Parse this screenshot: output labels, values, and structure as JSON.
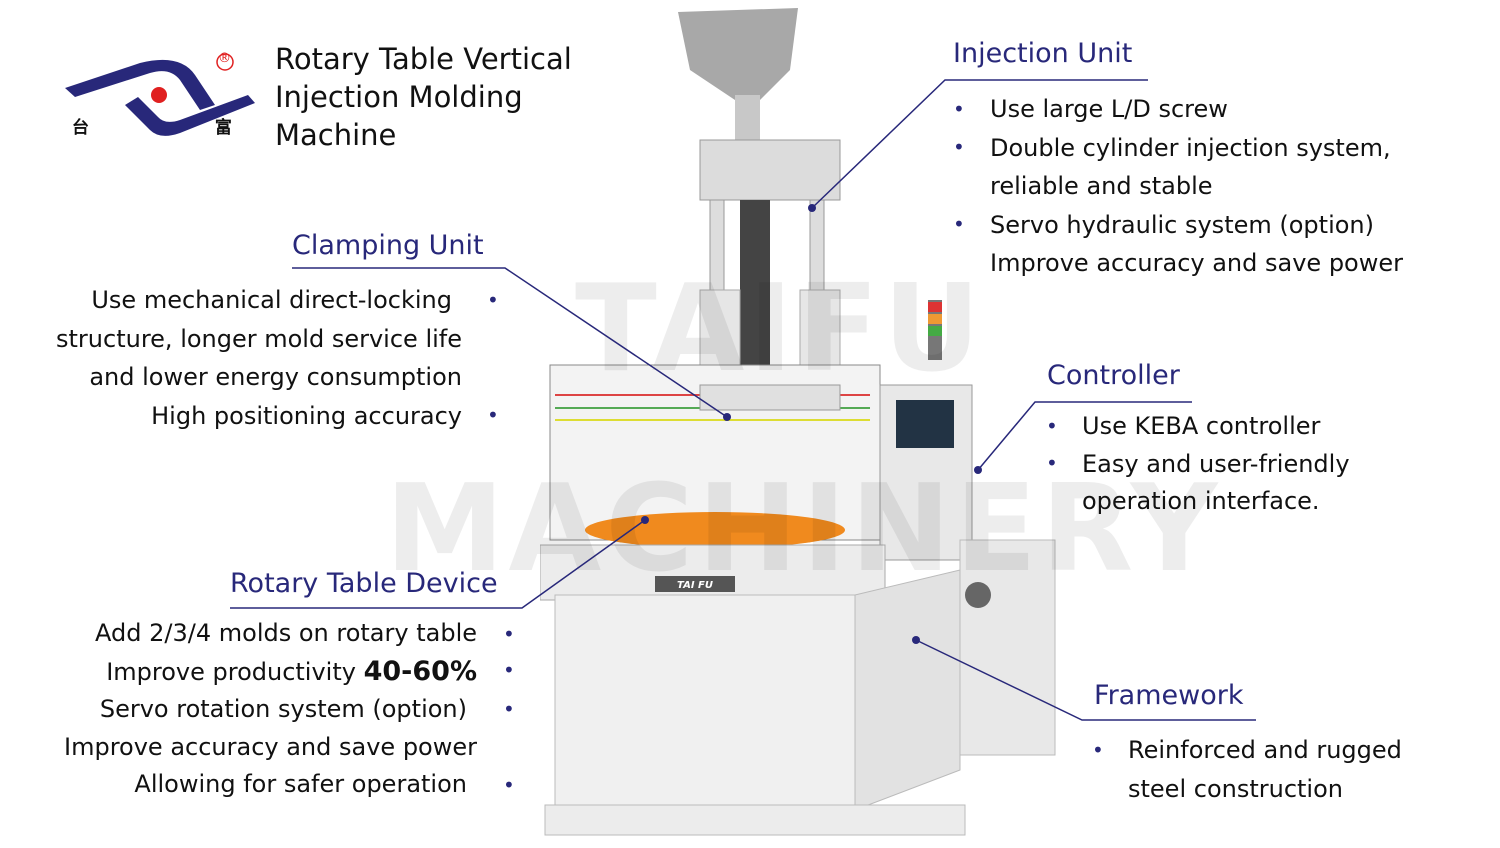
{
  "logo": {
    "brand_text": "台 富",
    "registered": "®"
  },
  "title": [
    "Rotary Table Vertical",
    "Injection Molding",
    "Machine"
  ],
  "watermark": [
    "TAIFU",
    "MACHINERY"
  ],
  "machine_label": "TAI FU",
  "sections": {
    "injection": {
      "heading": "Injection Unit",
      "lines": [
        "Use large L/D screw",
        "Double cylinder injection system,",
        "reliable and stable",
        "Servo hydraulic system (option)",
        "Improve accuracy and save power"
      ]
    },
    "clamping": {
      "heading": "Clamping Unit",
      "lines": [
        "Use mechanical direct-locking",
        "structure, longer mold service life",
        "and lower energy consumption",
        "High positioning accuracy"
      ]
    },
    "controller": {
      "heading": "Controller",
      "lines": [
        "Use KEBA controller",
        "Easy and user-friendly",
        "operation interface."
      ]
    },
    "rotary": {
      "heading": "Rotary Table Device",
      "lines": [
        "Add 2/3/4 molds on rotary table",
        "Improve productivity ",
        "40-60%",
        "Servo rotation system (option)",
        "Improve accuracy and save power",
        "Allowing for safer operation"
      ]
    },
    "framework": {
      "heading": "Framework",
      "lines": [
        "Reinforced and rugged",
        "steel construction"
      ]
    }
  },
  "colors": {
    "accent": "#28287a",
    "logo_red": "#e02020"
  }
}
